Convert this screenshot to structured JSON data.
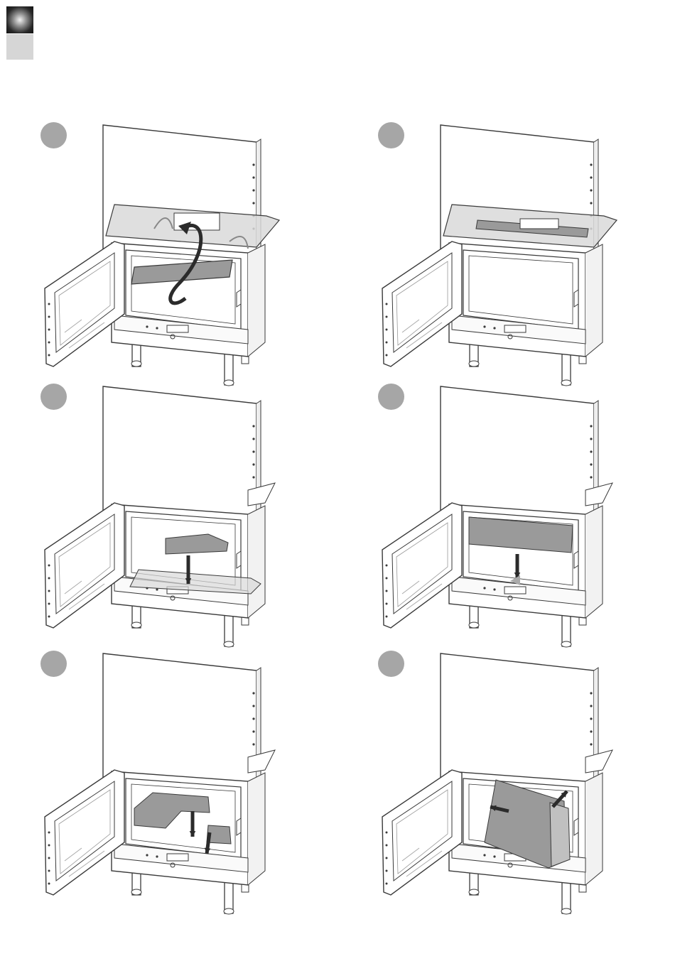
{
  "header": {
    "marker_dark_color": "#1a1a1a",
    "marker_light_color": "#d6d6d6"
  },
  "steps": [
    {
      "badge": "",
      "variant": "top-plate-rotate",
      "icon": "fireplace-insert-illustration"
    },
    {
      "badge": "",
      "variant": "top-plate-mounted",
      "icon": "fireplace-insert-illustration"
    },
    {
      "badge": "",
      "variant": "baffle-block-lower",
      "icon": "fireplace-insert-illustration"
    },
    {
      "badge": "",
      "variant": "back-panel-insert",
      "icon": "fireplace-insert-illustration"
    },
    {
      "badge": "",
      "variant": "floor-tiles-insert",
      "icon": "fireplace-insert-illustration"
    },
    {
      "badge": "",
      "variant": "side-panel-tilt",
      "icon": "fireplace-insert-illustration"
    }
  ],
  "colors": {
    "line": "#3a3a3a",
    "panel_fill": "#9a9a9a",
    "panel_light": "#d9d9d9",
    "arrow": "#2b2b2b",
    "badge": "#a6a6a6"
  }
}
